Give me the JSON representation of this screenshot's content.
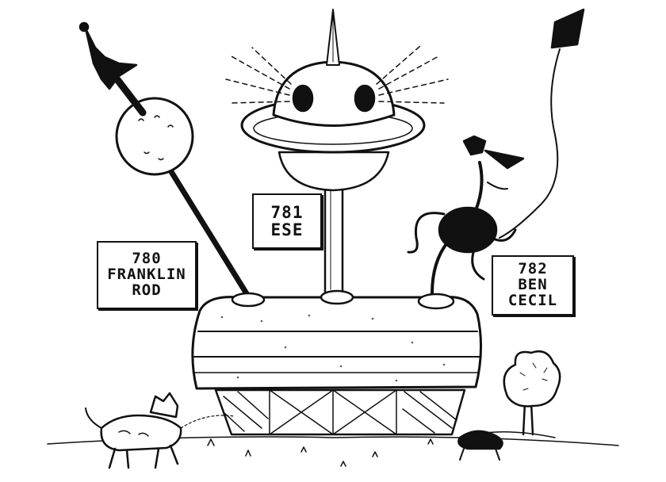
{
  "signs": {
    "left": {
      "number": "780",
      "line1": "FRANKLIN",
      "line2": "ROD"
    },
    "center": {
      "number": "781",
      "line1": "ESE"
    },
    "right": {
      "number": "782",
      "line1": "BEN",
      "line2": "CECIL"
    }
  },
  "colors": {
    "ink": "#111111",
    "paper": "#ffffff"
  }
}
